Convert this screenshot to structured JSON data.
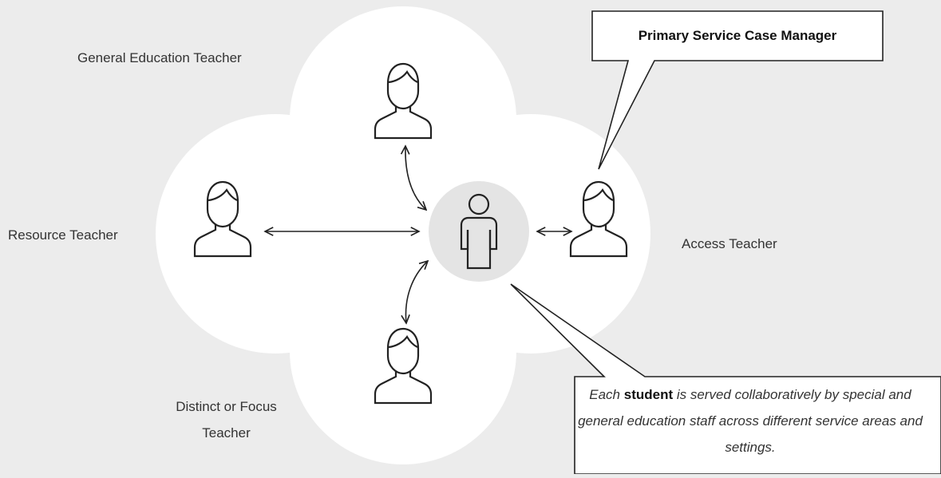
{
  "diagram": {
    "center_role": "student",
    "labels": {
      "general_education": "General Education Teacher",
      "resource": "Resource Teacher",
      "access": "Access Teacher",
      "distinct_focus": "Distinct or Focus Teacher"
    },
    "callout_case_manager": "Primary Service Case Manager",
    "callout_note": {
      "prefix": "Each ",
      "emphasis": "student",
      "suffix": " is served collaboratively by special and general education staff across different service areas and settings."
    },
    "colors": {
      "background": "#ececec",
      "cloud": "#ffffff",
      "center_circle": "#e4e4e4",
      "stroke": "#222222"
    },
    "icons": [
      "teacher-icon",
      "student-icon",
      "double-arrow-icon"
    ]
  }
}
